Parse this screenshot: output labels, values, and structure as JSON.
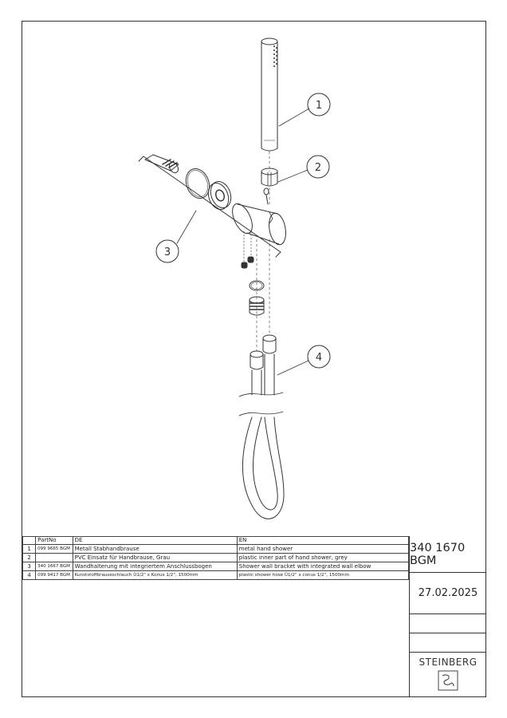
{
  "table": {
    "headers": {
      "no": "",
      "part": "PartNo",
      "de": "DE",
      "en": "EN"
    },
    "rows": [
      {
        "no": "1",
        "part": "099 9665 BGM",
        "de": "Metall Stabhandbrause",
        "en": "metal hand shower"
      },
      {
        "no": "2",
        "part": "",
        "de": "PVC Einsatz für Handbrause, Grau",
        "en": "plastic inner part of hand shower, grey"
      },
      {
        "no": "3",
        "part": "340 1667 BGM",
        "de": "Wandhalterung mit integriertem Anschlussbogen",
        "en": "Shower wall bracket with integrated wall elbow"
      },
      {
        "no": "4",
        "part": "099 9417 BGM",
        "de": "Kunststoffbrauseschlauch Ü1/2\" x Konus 1/2\", 1500mm",
        "en": "plastic shower hose Ü1/2\" x conus 1/2\", 1500mm"
      }
    ]
  },
  "title_block": {
    "article_number": "340 1670 BGM",
    "date": "27.02.2025",
    "brand": "STEINBERG"
  },
  "callouts": [
    "1",
    "2",
    "3",
    "4"
  ],
  "colors": {
    "line": "#333333",
    "paper": "#ffffff"
  }
}
